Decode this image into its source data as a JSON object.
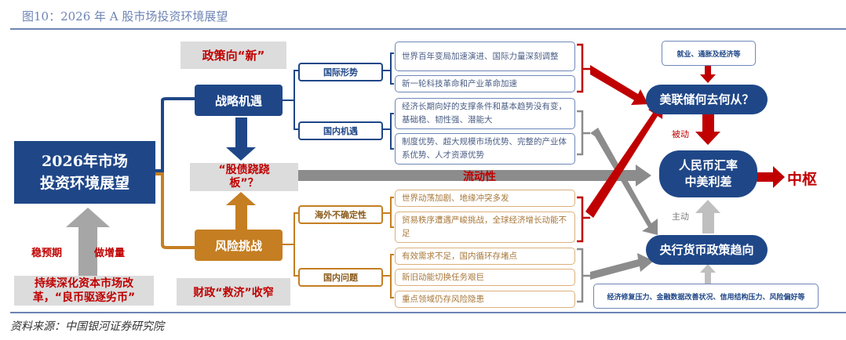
{
  "figure": {
    "title": "图10：2026 年 A 股市场投资环境展望",
    "source": "资料来源：中国银河证券研究院"
  },
  "root_node": {
    "label_line1": "2026年市场",
    "label_line2": "投资环境展望"
  },
  "left_labels": {
    "stabilize_expectations": "稳预期",
    "increase_volume": "做增量",
    "reform_line1": "持续深化资本市场改",
    "reform_line2": "革，“良币驱逐劣币”"
  },
  "branches": {
    "opportunity": {
      "label": "战略机遇",
      "policy_label": "政策向“新”",
      "subs": [
        {
          "label": "国际形势",
          "items": [
            "世界百年变局加速演进、国际力量深刻调整",
            "新一轮科技革命和产业革命加速"
          ]
        },
        {
          "label": "国内机遇",
          "items": [
            "经济长期向好的支撑条件和基本趋势没有变，基础稳、韧性强、潜能大",
            "制度优势、超大规模市场优势、完整的产业体系优势、人才资源优势"
          ]
        }
      ]
    },
    "risk": {
      "label": "风险挑战",
      "fiscal_label": "财政“救济”收窄",
      "subs": [
        {
          "label": "海外不确定性",
          "items": [
            "世界动荡加剧、地缘冲突多发",
            "贸易秩序遭遇严峻挑战，全球经济增长动能不足"
          ]
        },
        {
          "label": "国内问题",
          "items": [
            "有效需求不足，国内循环存堵点",
            "新旧动能切换任务艰巨",
            "重点领域仍存风险隐患"
          ]
        }
      ]
    }
  },
  "center": {
    "question_line1": "“股债跷跷",
    "question_line2": "板”？",
    "liquidity_label": "流动性"
  },
  "right": {
    "top_factors": "就业、通胀及经济等",
    "fed": "美联储何去何从？",
    "passive_label": "被动",
    "rmb_line1": "人民币汇率",
    "rmb_line2": "中美利差",
    "hub_label": "中枢",
    "active_label": "主动",
    "pboc": "央行货币政策趋向",
    "bottom_factors": "经济修复压力、金融数据改善状况、信用结构压力、风险偏好等"
  },
  "colors": {
    "navy": "#1f4788",
    "orange": "#c57e22",
    "red": "#c00000",
    "gray": "#8c8c8c",
    "title_blue": "#6d84b4"
  }
}
